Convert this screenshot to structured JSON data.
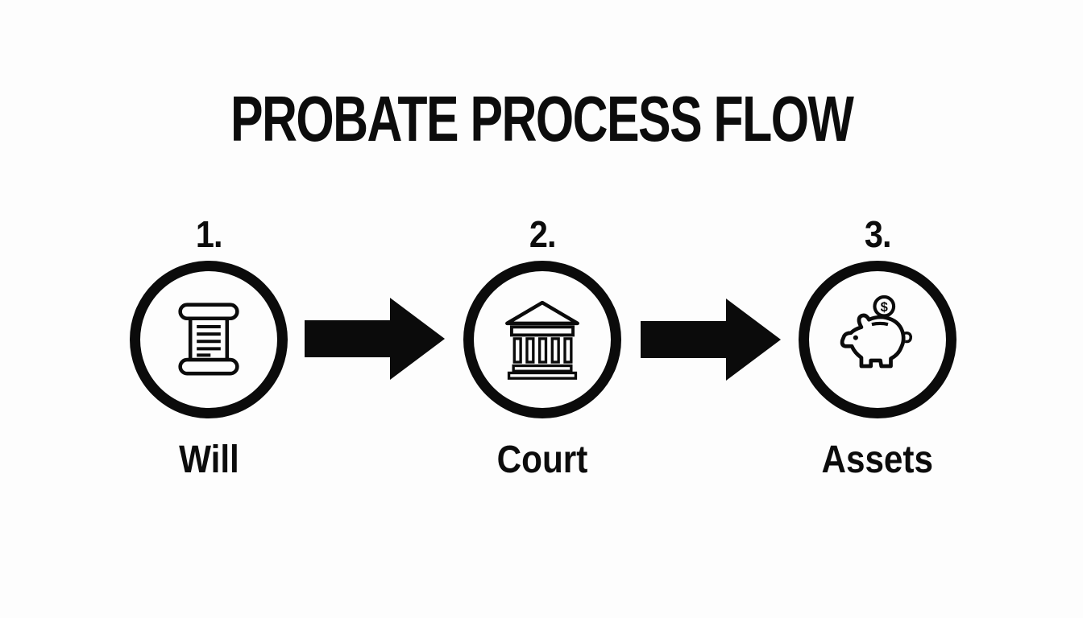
{
  "page": {
    "title": "PROBATE PROCESS FLOW",
    "background_color": "#fdfdfd",
    "foreground_color": "#0b0b0b"
  },
  "flow": {
    "steps": [
      {
        "number": "1.",
        "label": "Will",
        "icon": "scroll-icon"
      },
      {
        "number": "2.",
        "label": "Court",
        "icon": "courthouse-icon"
      },
      {
        "number": "3.",
        "label": "Assets",
        "icon": "piggy-bank-icon",
        "coin_symbol": "$"
      }
    ],
    "connectors": [
      {
        "type": "arrow-right"
      },
      {
        "type": "arrow-right"
      }
    ]
  }
}
